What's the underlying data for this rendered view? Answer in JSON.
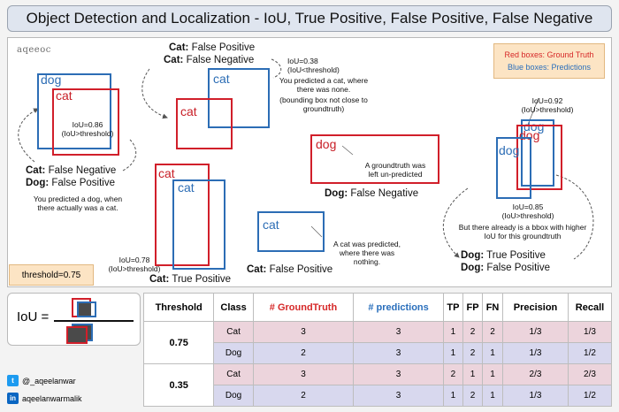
{
  "title": "Object Detection and Localization - IoU, True Positive, False Positive, False Negative",
  "logo": "aqeeoc",
  "legend": {
    "red": "Red boxes: Ground Truth",
    "blue": "Blue boxes: Predictions"
  },
  "colors": {
    "ground_truth": "#d11f2a",
    "prediction": "#2c6db5",
    "legend_bg": "#fce4c4"
  },
  "scenario1": {
    "dog": "dog",
    "cat": "cat",
    "iou": "IoU=0.86",
    "cond": "(IoU>threshold)",
    "cap1_bold": "Cat:",
    "cap1": " False Negative",
    "cap2_bold": "Dog:",
    "cap2": " False Positive",
    "note1": "You predicted a dog, when",
    "note2": "there actually was a cat."
  },
  "scenario2": {
    "cap1_bold": "Cat:",
    "cap1": " False Positive",
    "cap2_bold": "Cat:",
    "cap2": " False Negative",
    "iou": "IoU=0.38",
    "cond": "(IoU<threshold)",
    "note1": "You predicted a cat, where",
    "note2": "there was none.",
    "note3": "(bounding box not close to",
    "note4": "groundtruth)",
    "pred": "cat",
    "gt": "cat"
  },
  "scenario3": {
    "gt": "dog",
    "note1": "A groundtruth was",
    "note2": "left un-predicted",
    "cap_bold": "Dog:",
    "cap": " False Negative"
  },
  "scenario4": {
    "iou_top": "IoU=0.92",
    "cond_top": "(IoU>threshold)",
    "dog_pred1": "dog",
    "dog_pred2": "dog",
    "dog_gt": "dog",
    "iou_bot": "IoU=0.85",
    "cond_bot": "(IoU>threshold)",
    "note1": "But there already is a bbox with higher",
    "note2": "IoU for this groundtruth",
    "cap1_bold": "Dog:",
    "cap1": " True Positive",
    "cap2_bold": "Dog:",
    "cap2": " False Positive"
  },
  "scenario5": {
    "gt": "cat",
    "pred": "cat",
    "iou": "IoU=0.78",
    "cond": "(IoU>threshold)",
    "cap_bold": "Cat:",
    "cap": " True Positive"
  },
  "scenario6": {
    "pred": "cat",
    "note1": "A cat was predicted,",
    "note2": "where there was",
    "note3": "nothing.",
    "cap_bold": "Cat:",
    "cap": " False Positive"
  },
  "threshold_label": "threshold=0.75",
  "iou_formula": {
    "label": "IoU ="
  },
  "social": {
    "twitter": "@_aqeelanwar",
    "linkedin": "aqeelanwarmalik"
  },
  "table": {
    "headers": [
      "Threshold",
      "Class",
      "# GroundTruth",
      "# predictions",
      "TP",
      "FP",
      "FN",
      "Precision",
      "Recall"
    ],
    "groups": [
      {
        "threshold": "0.75",
        "rows": [
          {
            "class": "Cat",
            "gt": "3",
            "pred": "3",
            "tp": "1",
            "fp": "2",
            "fn": "2",
            "precision": "1/3",
            "recall": "1/3"
          },
          {
            "class": "Dog",
            "gt": "2",
            "pred": "3",
            "tp": "1",
            "fp": "2",
            "fn": "1",
            "precision": "1/3",
            "recall": "1/2"
          }
        ]
      },
      {
        "threshold": "0.35",
        "rows": [
          {
            "class": "Cat",
            "gt": "3",
            "pred": "3",
            "tp": "2",
            "fp": "1",
            "fn": "1",
            "precision": "2/3",
            "recall": "2/3"
          },
          {
            "class": "Dog",
            "gt": "2",
            "pred": "3",
            "tp": "1",
            "fp": "2",
            "fn": "1",
            "precision": "1/3",
            "recall": "1/2"
          }
        ]
      }
    ]
  }
}
